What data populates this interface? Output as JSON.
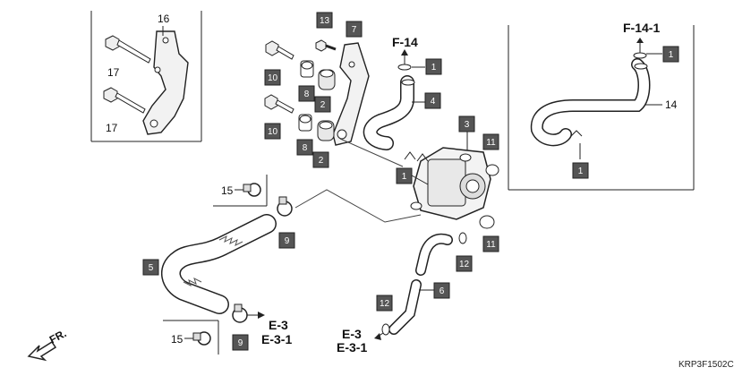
{
  "bracket_group": {
    "bracket_label": "16",
    "bolt_top_label": "17",
    "bolt_bottom_label": "17"
  },
  "part_boxes": [
    {
      "id": "13",
      "label": "13"
    },
    {
      "id": "7",
      "label": "7"
    },
    {
      "id": "1_top",
      "label": "1"
    },
    {
      "id": "10_top",
      "label": "10"
    },
    {
      "id": "8_top",
      "label": "8"
    },
    {
      "id": "2_top",
      "label": "2"
    },
    {
      "id": "4",
      "label": "4"
    },
    {
      "id": "10_mid",
      "label": "10"
    },
    {
      "id": "8_mid",
      "label": "8"
    },
    {
      "id": "2_mid",
      "label": "2"
    },
    {
      "id": "3",
      "label": "3"
    },
    {
      "id": "11_top",
      "label": "11"
    },
    {
      "id": "1_mid",
      "label": "1"
    },
    {
      "id": "9_top",
      "label": "9"
    },
    {
      "id": "11_bot",
      "label": "11"
    },
    {
      "id": "12_right",
      "label": "12"
    },
    {
      "id": "5",
      "label": "5"
    },
    {
      "id": "6",
      "label": "6"
    },
    {
      "id": "12_left",
      "label": "12"
    },
    {
      "id": "9_bot",
      "label": "9"
    },
    {
      "id": "1_right_top",
      "label": "1"
    },
    {
      "id": "1_right_bot",
      "label": "1"
    }
  ],
  "refs": {
    "f14": "F-14",
    "f14_1": "F-14-1",
    "e3_a": "E-3",
    "e3_1_a": "E-3-1",
    "e3_b": "E-3",
    "e3_1_b": "E-3-1"
  },
  "clamp_labels": {
    "top": "15",
    "bottom": "15"
  },
  "hose_label_right": "14",
  "direction_label": "FR.",
  "diagram_code": "KRP3F1502C"
}
